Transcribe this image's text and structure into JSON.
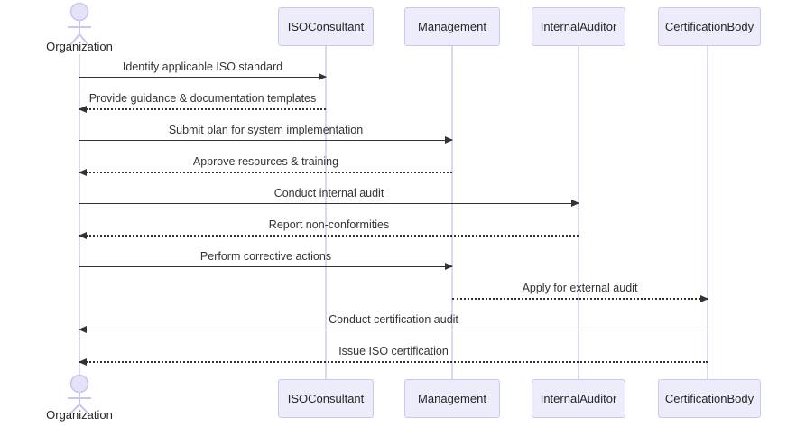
{
  "colors": {
    "box_fill": "#ECECFB",
    "box_border": "#C9C9F0",
    "lifeline": "#D9D9F2",
    "actor_fill": "#E3E3F8",
    "actor_stroke": "#C7C7EC",
    "line": "#333333",
    "text": "#262626"
  },
  "diagram": {
    "type": "uml-sequence-diagram",
    "actor": {
      "label": "Organization"
    },
    "participants": [
      {
        "id": "ISOConsultant",
        "label": "ISOConsultant"
      },
      {
        "id": "Management",
        "label": "Management"
      },
      {
        "id": "InternalAuditor",
        "label": "InternalAuditor"
      },
      {
        "id": "CertificationBody",
        "label": "CertificationBody"
      }
    ],
    "messages": [
      {
        "from": "Organization",
        "to": "ISOConsultant",
        "label": "Identify applicable ISO standard",
        "style": "solid",
        "direction": "right"
      },
      {
        "from": "ISOConsultant",
        "to": "Organization",
        "label": "Provide guidance & documentation templates",
        "style": "dotted",
        "direction": "left"
      },
      {
        "from": "Organization",
        "to": "Management",
        "label": "Submit plan for system implementation",
        "style": "solid",
        "direction": "right"
      },
      {
        "from": "Management",
        "to": "Organization",
        "label": "Approve resources & training",
        "style": "dotted",
        "direction": "left"
      },
      {
        "from": "Organization",
        "to": "InternalAuditor",
        "label": "Conduct internal audit",
        "style": "solid",
        "direction": "right"
      },
      {
        "from": "InternalAuditor",
        "to": "Organization",
        "label": "Report non-conformities",
        "style": "dotted",
        "direction": "left"
      },
      {
        "from": "Organization",
        "to": "Management",
        "label": "Perform corrective actions",
        "style": "solid",
        "direction": "right"
      },
      {
        "from": "Management",
        "to": "CertificationBody",
        "label": "Apply for external audit",
        "style": "dotted",
        "direction": "right"
      },
      {
        "from": "CertificationBody",
        "to": "Organization",
        "label": "Conduct certification audit",
        "style": "solid",
        "direction": "left"
      },
      {
        "from": "CertificationBody",
        "to": "Organization",
        "label": "Issue ISO certification",
        "style": "dotted",
        "direction": "left"
      }
    ]
  }
}
